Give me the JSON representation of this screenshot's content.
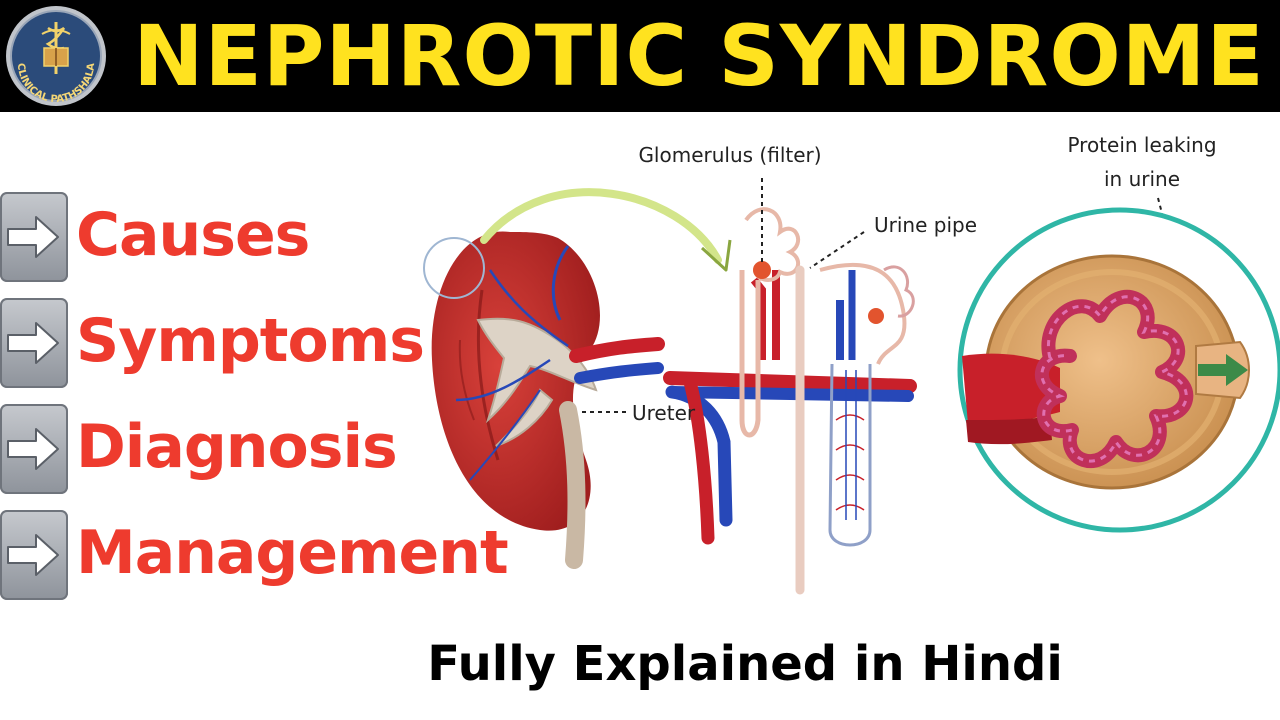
{
  "header": {
    "title": "NEPHROTIC SYNDROME",
    "logo": {
      "icon": "caduceus-badge-icon",
      "text": "CLINICAL PATHSHALA"
    }
  },
  "topics": [
    {
      "label": "Causes",
      "icon": "right-arrow-icon"
    },
    {
      "label": "Symptoms",
      "icon": "right-arrow-icon"
    },
    {
      "label": "Diagnosis",
      "icon": "right-arrow-icon"
    },
    {
      "label": "Management",
      "icon": "right-arrow-icon"
    }
  ],
  "illustration": {
    "labels": {
      "glomerulus": "Glomerulus (filter)",
      "urine_pipe": "Urine pipe",
      "ureter": "Ureter",
      "protein_line1": "Protein leaking",
      "protein_line2": "in urine"
    }
  },
  "footer": {
    "caption": "Fully Explained in Hindi"
  },
  "colors": {
    "title_yellow": "#ffe21f",
    "topic_red": "#ee3b2e",
    "artery_red": "#c8202a",
    "vein_blue": "#2748b8",
    "circle_teal": "#2fb6a6"
  }
}
